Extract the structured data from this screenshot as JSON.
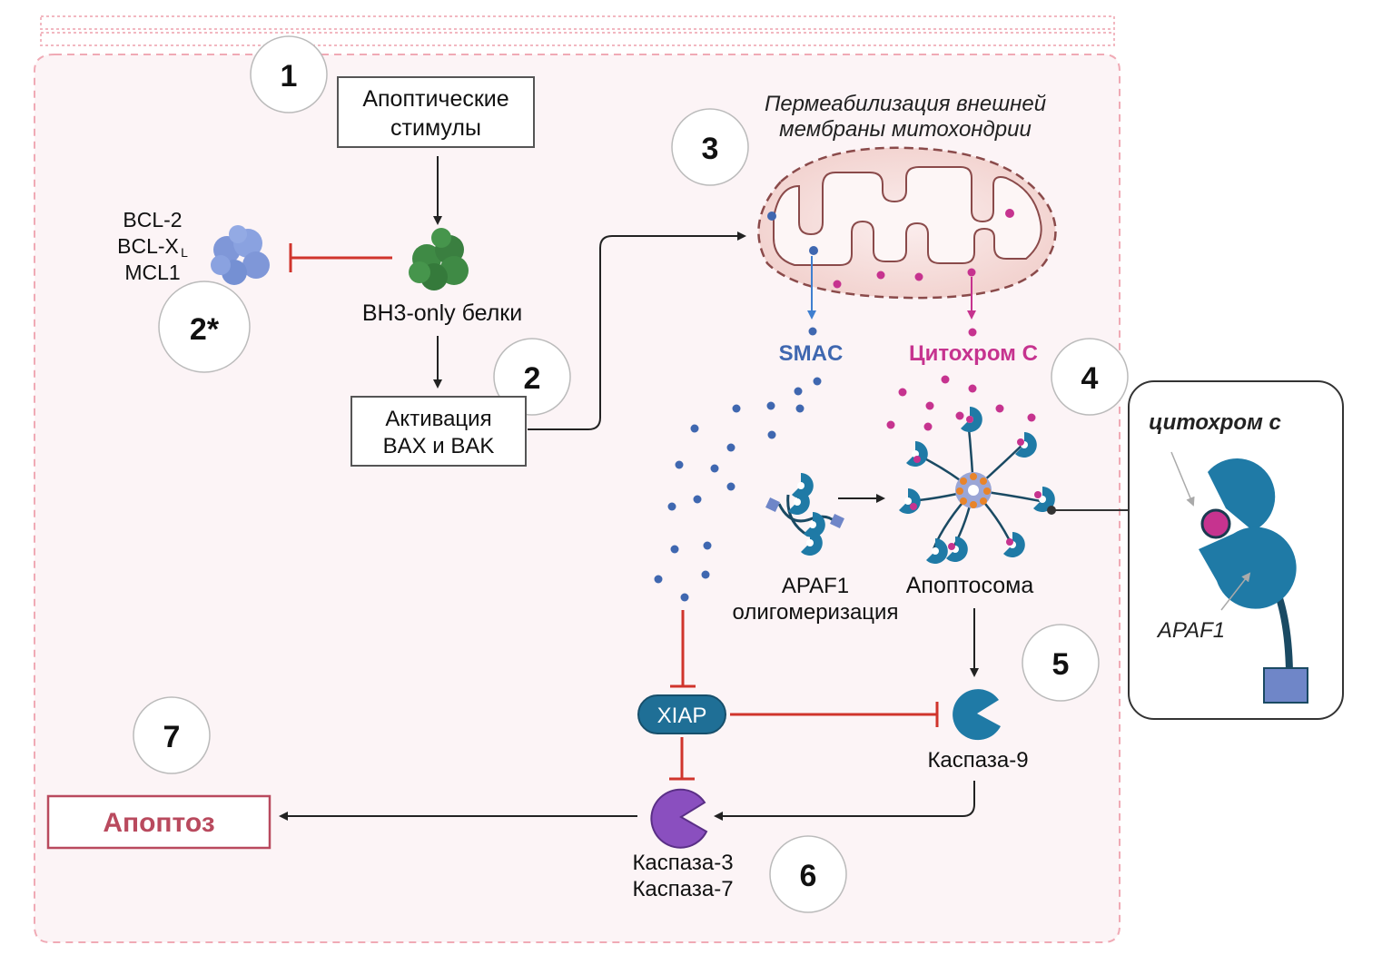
{
  "labels": {
    "apoptotic_stimuli_line1": "Апоптические",
    "apoptotic_stimuli_line2": "стимулы",
    "bcl2": "BCL-2",
    "bclxl": "BCL-X",
    "bclxl_sub": "L",
    "mcl1": "MCL1",
    "bh3_only": "BH3-only белки",
    "bax_bak_line1": "Активация",
    "bax_bak_line2": "BAX и BAK",
    "momp_line1": "Пермеабилизация внешней",
    "momp_line2": "мембраны митохондрии",
    "smac": "SMAC",
    "cytochrome_c": "Цитохром С",
    "apaf1_line1": "APAF1",
    "apaf1_line2": "олигомеризация",
    "apoptosome": "Апоптосома",
    "xiap": "XIAP",
    "caspase9": "Каспаза-9",
    "caspase37_line1": "Каспаза-3",
    "caspase37_line2": "Каспаза-7",
    "apoptosis": "Апоптоз",
    "inset_cytochrome": "цитохром с",
    "inset_apaf1": "APAF1"
  },
  "steps": {
    "s1": "1",
    "s2": "2",
    "s2star": "2*",
    "s3": "3",
    "s4": "4",
    "s5": "5",
    "s6": "6",
    "s7": "7"
  },
  "colors": {
    "smac_blue": "#3f67b0",
    "cytc_magenta": "#c6338f",
    "inhibit_red": "#d0342c",
    "apaf_teal": "#1f6f96",
    "caspase37_purple": "#8a4fbf",
    "bh3_green": "#3f8a45",
    "bcl2_blue": "#7f97d8",
    "apoptosis_red": "#b94a5e",
    "cell_bg": "#fcf4f6",
    "mito_fill": "#f4d7d2"
  },
  "icons": {
    "bh3_protein": "green-protein-blob-icon",
    "bcl2_protein": "blue-protein-blob-icon",
    "mitochondrion": "mitochondrion-icon",
    "apoptosome": "apoptosome-wheel-icon",
    "caspase": "pacman-enzyme-icon"
  }
}
